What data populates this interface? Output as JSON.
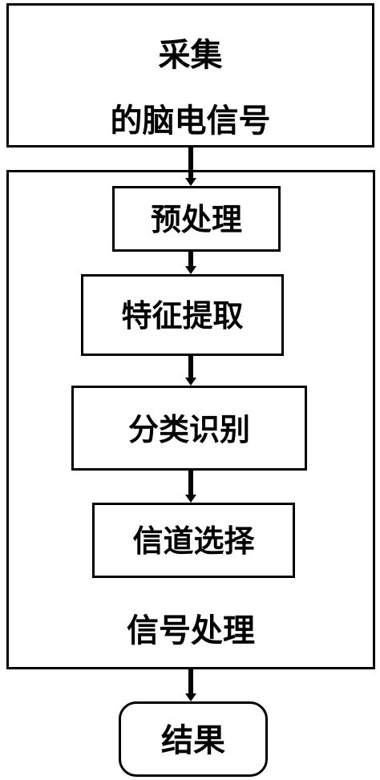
{
  "diagram": {
    "input": {
      "line1": "采集",
      "line2": "的脑电信号"
    },
    "container": {
      "label": "信号处理"
    },
    "steps": [
      {
        "label": "预处理"
      },
      {
        "label": "特征提取"
      },
      {
        "label": "分类识别"
      },
      {
        "label": "信道选择"
      }
    ],
    "output": {
      "label": "结果"
    }
  }
}
